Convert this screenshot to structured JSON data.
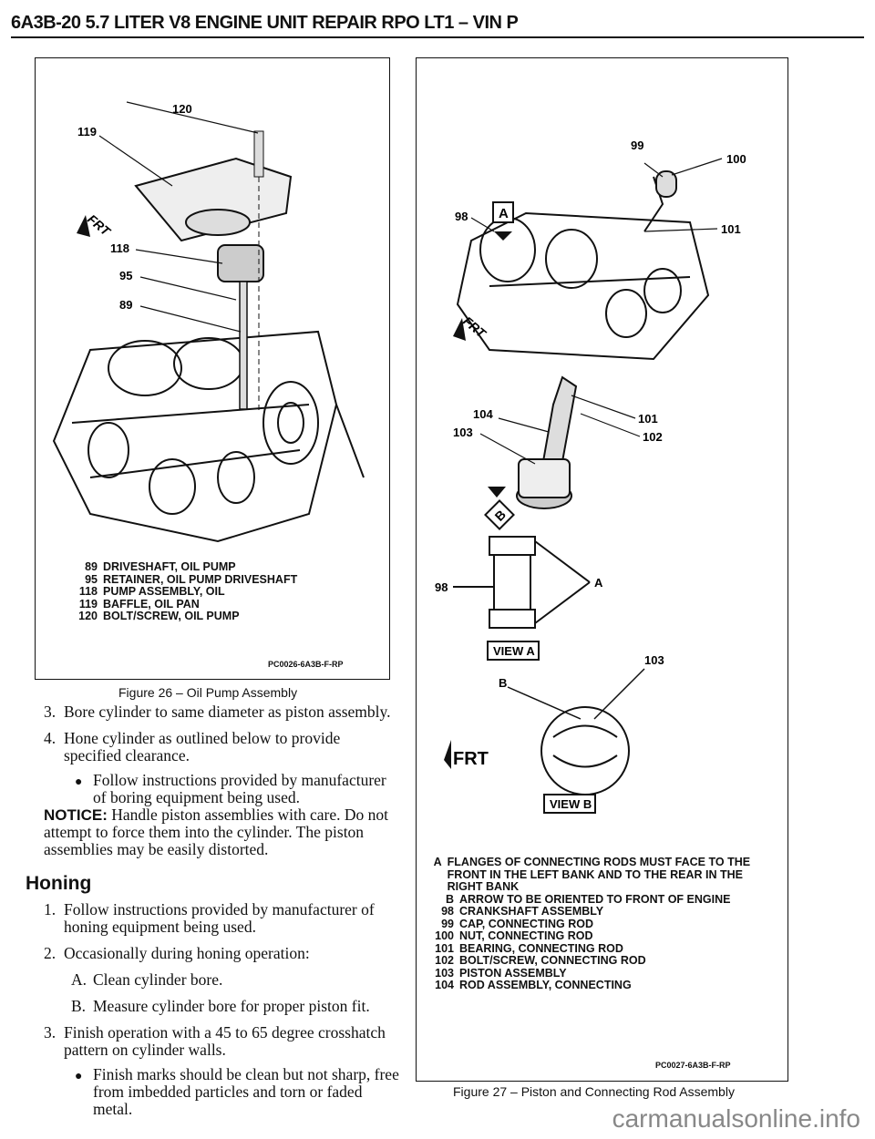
{
  "header": {
    "title": "6A3B-20 5.7 LITER V8 ENGINE UNIT REPAIR RPO LT1 – VIN P"
  },
  "figure26": {
    "callouts": [
      "120",
      "119",
      "118",
      "95",
      "89"
    ],
    "frt": "FRT",
    "legend": [
      {
        "code": "89",
        "text": "DRIVESHAFT, OIL PUMP"
      },
      {
        "code": "95",
        "text": "RETAINER, OIL PUMP DRIVESHAFT"
      },
      {
        "code": "118",
        "text": "PUMP ASSEMBLY, OIL"
      },
      {
        "code": "119",
        "text": "BAFFLE, OIL PAN"
      },
      {
        "code": "120",
        "text": "BOLT/SCREW, OIL PUMP"
      }
    ],
    "ref_code": "PC0026-6A3B-F-RP",
    "caption": "Figure 26 – Oil Pump Assembly"
  },
  "figure27": {
    "callouts": [
      "99",
      "100",
      "98",
      "101",
      "104",
      "101",
      "103",
      "102",
      "98",
      "103"
    ],
    "view_marks": [
      "A",
      "B"
    ],
    "view_letters": [
      "A",
      "B"
    ],
    "view_labels": [
      "VIEW A",
      "VIEW B"
    ],
    "frt": "FRT",
    "legend": [
      {
        "code": "A",
        "text": "FLANGES OF CONNECTING RODS MUST FACE TO THE FRONT IN THE LEFT BANK AND TO THE REAR IN THE RIGHT BANK"
      },
      {
        "code": "B",
        "text": "ARROW TO BE ORIENTED TO FRONT OF ENGINE"
      },
      {
        "code": "98",
        "text": "CRANKSHAFT ASSEMBLY"
      },
      {
        "code": "99",
        "text": "CAP, CONNECTING ROD"
      },
      {
        "code": "100",
        "text": "NUT, CONNECTING ROD"
      },
      {
        "code": "101",
        "text": "BEARING, CONNECTING ROD"
      },
      {
        "code": "102",
        "text": "BOLT/SCREW, CONNECTING ROD"
      },
      {
        "code": "103",
        "text": "PISTON ASSEMBLY"
      },
      {
        "code": "104",
        "text": "ROD ASSEMBLY, CONNECTING"
      }
    ],
    "ref_code": "PC0027-6A3B-F-RP",
    "caption": "Figure 27 – Piston and Connecting Rod Assembly"
  },
  "body": {
    "step3": {
      "num": "3.",
      "text": "Bore cylinder to same diameter as piston assembly."
    },
    "step4": {
      "num": "4.",
      "text": "Hone cylinder as outlined below to provide specified clearance."
    },
    "bullet1": "Follow instructions provided by manufacturer of boring equipment being used.",
    "notice_kw": "NOTICE:",
    "notice_text": "Handle piston assemblies with care. Do not attempt to force them into the cylinder. The piston assemblies may be easily distorted.",
    "heading": "Honing",
    "honing": [
      {
        "num": "1.",
        "text": "Follow instructions provided by manufacturer of honing equipment being used."
      },
      {
        "num": "2.",
        "text": "Occasionally during honing operation:"
      }
    ],
    "sub": [
      {
        "num": "A.",
        "text": "Clean cylinder bore."
      },
      {
        "num": "B.",
        "text": "Measure cylinder bore for proper piston fit."
      }
    ],
    "step3b": {
      "num": "3.",
      "text": "Finish operation with a 45 to 65 degree crosshatch pattern on cylinder walls."
    },
    "bullet2": "Finish marks should be clean but not sharp, free from imbedded particles and torn or faded metal."
  },
  "watermark": "carmanualsonline.info"
}
